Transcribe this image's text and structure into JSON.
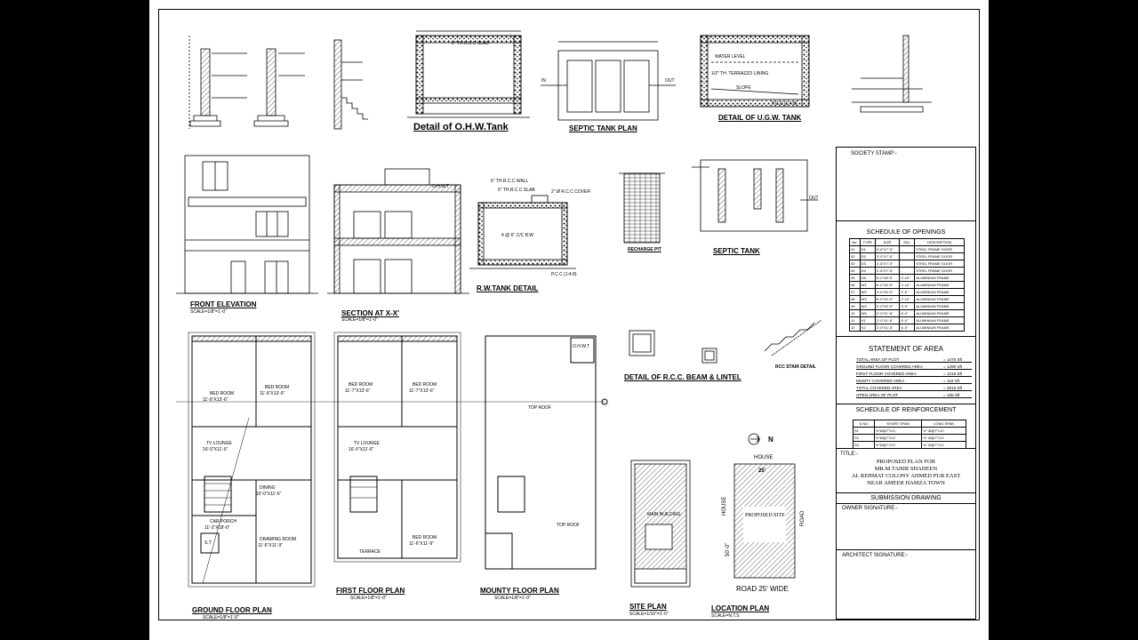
{
  "drawing": {
    "labels": {
      "ohw_tank": "Detail of O.H.W.Tank",
      "septic_plan": "SEPTIC TANK PLAN",
      "ugw_tank": "DETAIL OF U.G.W. TANK",
      "front_elev": "FRONT ELEVATION",
      "section": "SECTION AT X-X'",
      "rw_tank": "R.W.TANK DETAIL",
      "recharge": "RECHARGE PIT",
      "septic_tank": "SEPTIC TANK",
      "beam_lintel": "DETAIL OF R.C.C. BEAM & LINTEL",
      "stair_detail": "RCC STAIR DETAIL",
      "ground_floor": "GROUND FLOOR PLAN",
      "first_floor": "FIRST FLOOR PLAN",
      "mumty_floor": "MOUNTY FLOOR PLAN",
      "site_plan": "SITE PLAN",
      "location_plan": "LOCATION PLAN"
    },
    "scales": {
      "front_elev": "SCALE=1/8\"=1'-0\"",
      "section": "SCALE=1/8\"=1'-0\"",
      "ground_floor": "SCALE=1/8\"=1'-0\"",
      "first_floor": "SCALE=1/8\"=1'-0\"",
      "mumty_floor": "SCALE=1/8\"=1'-0\"",
      "site_plan": "SCALE=1/16\"=1'-0\"",
      "location_plan": "SCALE=N.T.S"
    },
    "notes": {
      "rcc_slab_top": "6\" TH.R.C.C SLAB",
      "rcc_wall": "6\" TH.R.C.C WALL",
      "rcc_slab": "6\" TH.R.C.C SLAB",
      "cover": "2\" Ø R.C.C COVER",
      "bw": "4 @ 6\" C/C B.W",
      "pcc": "P.C.C (1:4:8)",
      "water_level": "WATER LEVEL",
      "terrazzo": "1/2\" TH. TERRAZZO LINING",
      "slope": "SLOPE",
      "ugw_pcc": "P.C.C (1:4:8)",
      "in": "IN",
      "out": "OUT",
      "ohwt": "O.H.W.T",
      "top_roof": "TOP ROOF",
      "house": "HOUSE",
      "road": "ROAD",
      "road_wide": "ROAD 25' WIDE",
      "proposed_site": "PROPOSED SITE",
      "north": "N",
      "site_width": "25'",
      "site_depth": "50'-0\"",
      "main_building": "MAIN BUILDING"
    },
    "rooms_ground": {
      "bed1": "BED ROOM",
      "bed1_size": "11'-9\"X13'-6\"",
      "bed2": "BED ROOM",
      "bed2_size": "11'-9\"X13'-6\"",
      "lounge": "TV LOUNGE",
      "lounge_size": "16'-0\"X11'-6\"",
      "dining": "DINING",
      "dining_size": "10'-0\"X11'-6\"",
      "car_porch": "CAR PORCH",
      "car_size": "11'-3\"X18'-0\"",
      "drawing": "DRAWING ROOM",
      "drawing_size": "11'-6\"X11'-9\"",
      "st": "S.T"
    },
    "rooms_first": {
      "bed1": "BED ROOM",
      "bed1_size": "11'-7\"X13'-6\"",
      "bed2": "BED ROOM",
      "bed2_size": "11'-7\"X13'-6\"",
      "lounge": "TV LOUNGE",
      "lounge_size": "16'-0\"X11'-6\"",
      "bed3": "BED ROOM",
      "bed3_size": "11'-6\"X11'-9\"",
      "terrace": "TERRACE"
    }
  },
  "title_block": {
    "society_stamp": "SOCIETY STAMP:-",
    "schedule_openings": "SCHEDULE OF OPENINGS",
    "openings_headers": [
      "No.",
      "TYPE",
      "SIZE",
      "SILL",
      "DESCRIPTION"
    ],
    "openings": [
      [
        "01",
        "D1",
        "3'-6\"X7'-0\"",
        "-",
        "STEEL FRAME DOOR"
      ],
      [
        "02",
        "D2",
        "3'-0\"X7'-0\"",
        "-",
        "STEEL FRAME DOOR"
      ],
      [
        "03",
        "D3",
        "2'-6\"X7'-0\"",
        "-",
        "STEEL FRAME DOOR"
      ],
      [
        "04",
        "D4",
        "2'-6\"X7'-0\"",
        "-",
        "STEEL FRAME DOOR"
      ],
      [
        "05",
        "D5",
        "5'-0\"X8'-0\"",
        "0'-10\"",
        "ALUMINIUM FRAME"
      ],
      [
        "06",
        "W1",
        "6'-0\"X5'-0\"",
        "2'-10\"",
        "ALUMINIUM FRAME"
      ],
      [
        "07",
        "W2",
        "4'-0\"X5'-0\"",
        "2'-6\"",
        "ALUMINIUM FRAME"
      ],
      [
        "08",
        "W3",
        "5'-0\"X5'-0\"",
        "2'-10\"",
        "ALUMINIUM FRAME"
      ],
      [
        "09",
        "W4",
        "3'-0\"X5'-0\"",
        "3'-0\"",
        "ALUMINIUM FRAME"
      ],
      [
        "10",
        "W5",
        "2'-0\"X1'-6\"",
        "6'-0\"",
        "ALUMINIUM FRAME"
      ],
      [
        "11",
        "V1",
        "2'-0\"X1'-6\"",
        "6'-0\"",
        "ALUMINIUM FRAME"
      ],
      [
        "12",
        "V2",
        "2'-0\"X1'-6\"",
        "6'-0\"",
        "ALUMINIUM FRAME"
      ]
    ],
    "statement_area": "STATEMENT OF AREA",
    "areas": [
      [
        "TOTAL AREA OF PLOT",
        "= 1475 Sft"
      ],
      [
        "GROUND FLOOR COVERED AREA",
        "= 1290 Sft"
      ],
      [
        "FIRST FLOOR COVERED AREA",
        "= 1216 Sft"
      ],
      [
        "MUMTY COVERED AREA",
        "= 110 Sft"
      ],
      [
        "TOTAL COVERED AREA",
        "= 2616 Sft"
      ],
      [
        "OPEN AREA OF PLOT",
        "= 185 Sft"
      ]
    ],
    "schedule_reinf": "SCHEDULE OF REINFORCEMENT",
    "reinf_headers": [
      "S.NO",
      "SHORT SPAN",
      "LONG SPAN"
    ],
    "reinf": [
      [
        "S1",
        "½\"Ø@7\"C/C",
        "½\" Ø@7\"C/C"
      ],
      [
        "S2",
        "½\"Ø@7\"C/C",
        "½\" Ø@7\"C/C"
      ],
      [
        "S3",
        "½\"Ø@7\"C/C",
        "½\" Ø@7\"C/C"
      ]
    ],
    "title_label": "TITLE:-",
    "project_lines": [
      "PROPOSED PLAN FOR",
      "MR.M.TAHIR SHAHEEN",
      "AL REHMAT COLONY AHMED PUR EAST",
      "NEAR AMEER HAMZA TOWN"
    ],
    "submission": "SUBMISSION DRAWING",
    "owner_sig": "OWNER SIGNATURE:-",
    "architect_sig": "ARCHITECT SIGNATURE:-"
  }
}
